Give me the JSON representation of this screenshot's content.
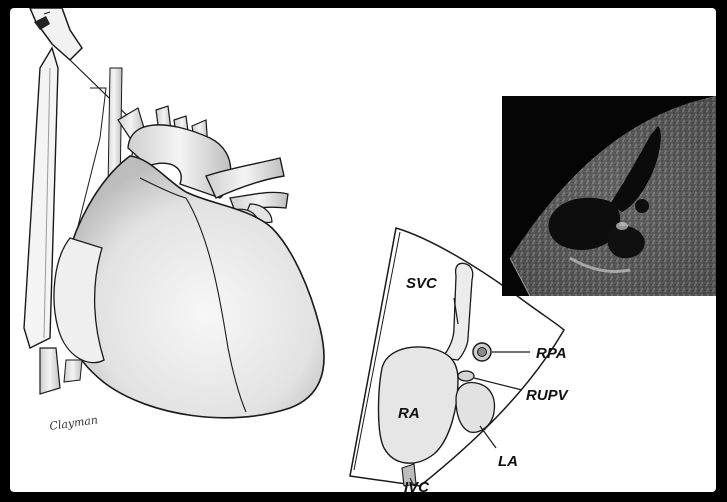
{
  "labels": {
    "svc": "SVC",
    "rpa": "RPA",
    "rupv": "RUPV",
    "ra": "RA",
    "la": "LA",
    "ivc": "IVC"
  },
  "artist_signature": "Clayman",
  "colors": {
    "background": "#ffffff",
    "frame": "#000000",
    "outline": "#1a1a1a",
    "heart_fill": "#e9e9e9",
    "echo_dark": "#0b0b0b"
  }
}
